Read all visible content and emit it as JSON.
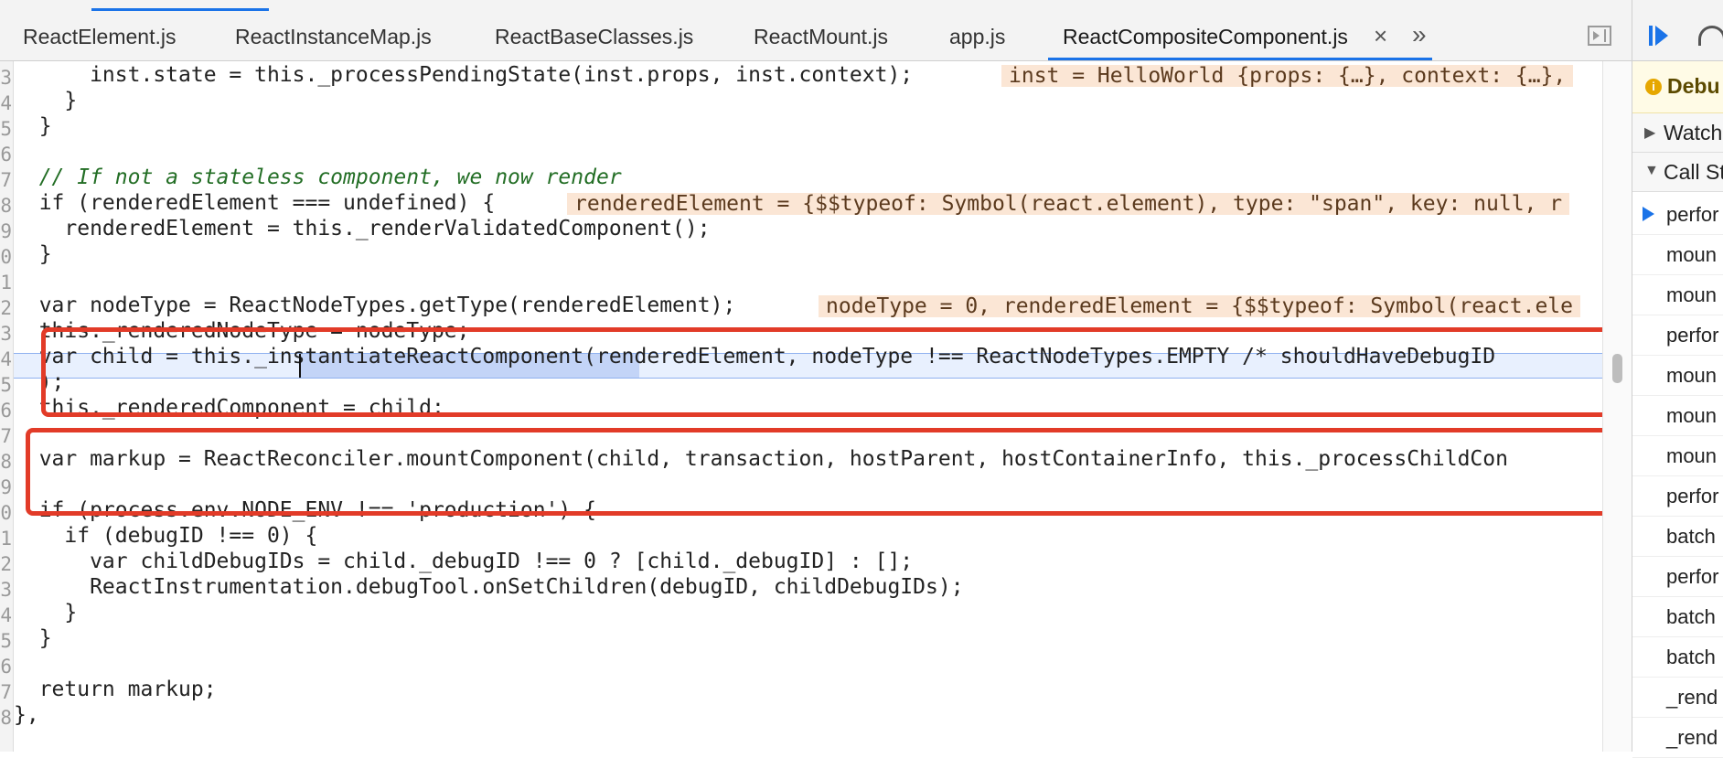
{
  "tabs": [
    {
      "label": "ReactElement.js"
    },
    {
      "label": "ReactInstanceMap.js"
    },
    {
      "label": "ReactBaseClasses.js"
    },
    {
      "label": "ReactMount.js"
    },
    {
      "label": "app.js"
    },
    {
      "label": "ReactCompositeComponent.js",
      "active": true
    }
  ],
  "tab_close": "×",
  "tab_overflow": "»",
  "gutter_numbers": [
    "3",
    "4",
    "5",
    "6",
    "7",
    "8",
    "9",
    "0",
    "1",
    "2",
    "3",
    "4",
    "5",
    "6",
    "7",
    "8",
    "9",
    "0",
    "1",
    "2",
    "3",
    "4",
    "5",
    "6",
    "7",
    "8"
  ],
  "code": {
    "l0_tail": "      inst.state = this._processPendingState(inst.props, inst.context);",
    "l0_inline": "inst = HelloWorld {props: {…}, context: {…},",
    "l1": "    }",
    "l2": "  }",
    "l4": "  // If not a stateless component, we now render",
    "l5a": "  if (renderedElement === undefined) {",
    "l5_inline": "renderedElement = {$$typeof: Symbol(react.element), type: \"span\", key: null, r",
    "l6": "    renderedElement = this._renderValidatedComponent();",
    "l7": "  }",
    "l9": "  var nodeType = ReactNodeTypes.getType(renderedElement);",
    "l9_inline": "nodeType = 0, renderedElement = {$$typeof: Symbol(react.ele",
    "l10": "  this._renderedNodeType = nodeType;",
    "l11": "  var child = this._instantiateReactComponent(renderedElement, nodeType !== ReactNodeTypes.EMPTY /* shouldHaveDebugID",
    "l12": "  );",
    "l13": "  this._renderedComponent = child;",
    "l15": "  var markup = ReactReconciler.mountComponent(child, transaction, hostParent, hostContainerInfo, this._processChildCon",
    "l17": "  if (process.env.NODE_ENV !== 'production') {",
    "l18": "    if (debugID !== 0) {",
    "l19": "      var childDebugIDs = child._debugID !== 0 ? [child._debugID] : [];",
    "l20": "      ReactInstrumentation.debugTool.onSetChildren(debugID, childDebugIDs);",
    "l21": "    }",
    "l22": "  }",
    "l24": "  return markup;",
    "l25": "},"
  },
  "sidebar": {
    "paused_label": "Debu",
    "sections": [
      {
        "label": "Watch",
        "expanded": false
      },
      {
        "label": "Call St",
        "expanded": true
      }
    ],
    "call_stack": [
      "perfor",
      "moun",
      "moun",
      "perfor",
      "moun",
      "moun",
      "moun",
      "perfor",
      "batch",
      "perfor",
      "batch",
      "batch",
      "_rend",
      "_rend"
    ]
  },
  "colors": {
    "accent": "#1a73e8",
    "annotation": "#e23b28",
    "inline_value_bg": "#fbe6d5"
  }
}
